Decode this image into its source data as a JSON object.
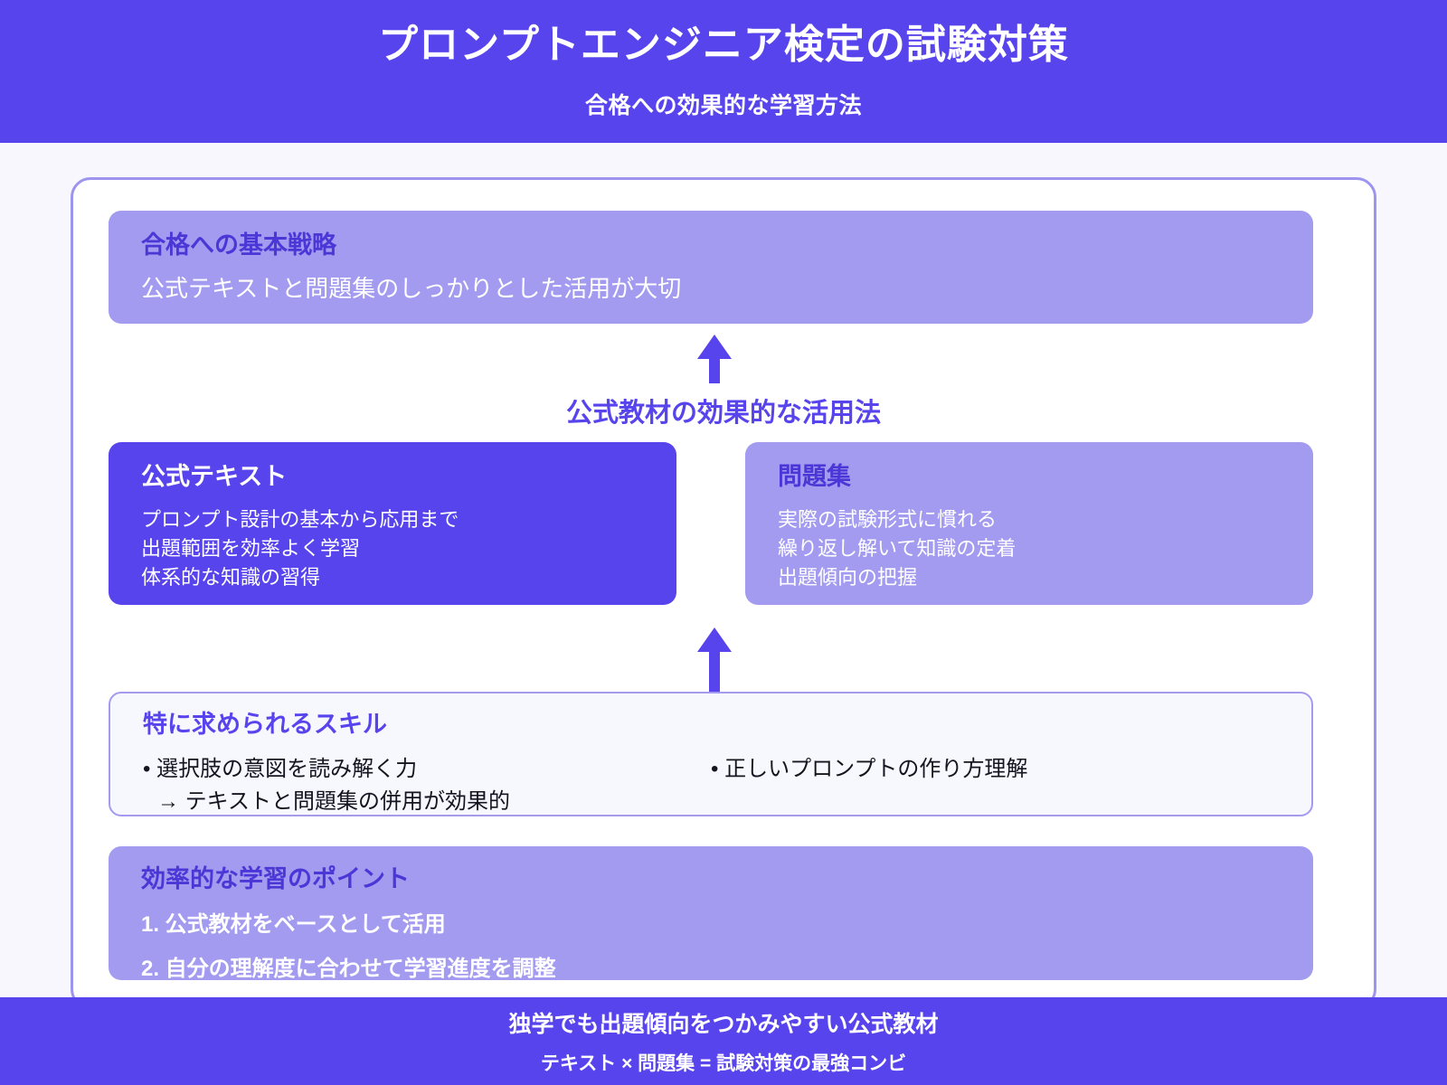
{
  "header": {
    "title": "プロンプトエンジニア検定の試験対策",
    "subtitle": "合格への効果的な学習方法"
  },
  "strategy": {
    "title": "合格への基本戦略",
    "text": "公式テキストと問題集のしっかりとした活用が大切"
  },
  "connector": {
    "label": "公式教材の効果的な活用法"
  },
  "official_text": {
    "title": "公式テキスト",
    "lines": [
      "プロンプト設計の基本から応用まで",
      "出題範囲を効率よく学習",
      "体系的な知識の習得"
    ]
  },
  "workbook": {
    "title": "問題集",
    "lines": [
      "実際の試験形式に慣れる",
      "繰り返し解いて知識の定着",
      "出題傾向の把握"
    ]
  },
  "skills": {
    "title": "特に求められるスキル",
    "left_items": [
      "• 選択肢の意図を読み解く力"
    ],
    "left_sub": "→ テキストと問題集の併用が効果的",
    "right_items": [
      "• 正しいプロンプトの作り方理解"
    ]
  },
  "points": {
    "title": "効率的な学習のポイント",
    "items": [
      "1. 公式教材をベースとして活用",
      "2. 自分の理解度に合わせて学習進度を調整"
    ]
  },
  "footer": {
    "main": "独学でも出題傾向をつかみやすい公式教材",
    "sub": "テキスト × 問題集 = 試験対策の最強コンビ"
  },
  "colors": {
    "brand": "#5844ec",
    "brand_light": "#a39bf0",
    "title_accent": "#4a37d6",
    "page_bg": "#f7f7fd",
    "card_soft_bg": "#f7f7fe"
  }
}
